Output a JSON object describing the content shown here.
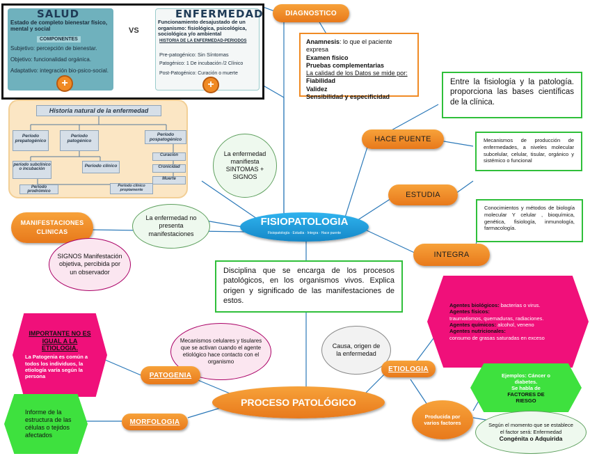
{
  "salud_panel": {
    "salud_title": "SALUD",
    "vs": "VS",
    "enfermedad_title": "ENFERMEDAD",
    "salud_def": "Estado de completo bienestar físico, mental y social",
    "componentes_label": "COMPONENTES",
    "subjetivo": "Subjetivo: percepción de bienestar.",
    "objetivo": "Objetivo: funcionalidad orgánica.",
    "adaptativo": "Adaptativo: integración bio-psico-social.",
    "enfermedad_def": "Funcionamiento desajustado de un organismo: fisiológica, psicológica, sociológica y/o ambiental",
    "historia_label": "HISTORIA DE LA ENFERMEDAD-PERIODOS",
    "prepatogenico": "Pre-patogénico: Sin Síntomas",
    "patogenico": "Patogénico: 1 De incubación /2 Clínico",
    "postpatogenico": "Post-Patogénico: Curación o muerte",
    "plus": "+"
  },
  "historia_chart": {
    "title": "Historia natural de la enfermedad",
    "periodo_prepatogenico": "Período prepatogénico",
    "periodo_patogenico": "Período patogénico",
    "periodo_pospatogenico": "Período pospatogénico",
    "subclinico": "período subclínico o incubación",
    "clinico": "Período clínico",
    "curacion": "Curación",
    "cronicidad": "Cronicidad",
    "muerte": "Muerte",
    "prodromico": "Período prodrómico",
    "clinico_propiamente": "Período clínico propiamente"
  },
  "diagnostico": {
    "label": "DIAGNOSTICO",
    "anamnesis_key": "Anamnesis",
    "anamnesis_val": ": lo que el paciente expresa",
    "examen": "Examen fisico",
    "pruebas": "Pruebas complementarias",
    "calidad": "La calidad de los Datos se mide por:",
    "fiabilidad": "Fiabilidad",
    "validez": "Validez",
    "sensibilidad": "Sensibilidad y especificidad"
  },
  "hace_puente": {
    "label": "HACE PUENTE",
    "text": "Entre la fisiología y la patología. proporciona las bases científicas de la clínica."
  },
  "estudia": {
    "label": "ESTUDIA",
    "text": "Mecanismos de producción de enfermedades, a niveles molecular subcelular, celular, tisular, orgánico y sistémico o funcional"
  },
  "integra": {
    "label": "INTEGRA",
    "text": "Conocimientos y métodos de biología molecular Y celular , bioquímica, genética, fisiología, inmunología, farmacología."
  },
  "center": {
    "label": "FISIOPATOLOGIA",
    "subtext": "Fisiopatología · Estudia · Integra · Hace puente",
    "definition": "Disciplina que se encarga de los procesos patológicos, en los organismos vivos. Explica origen y significado de las manifestaciones de estos."
  },
  "manifestaciones": {
    "label": "MANIFESTACIONES CLINICAS",
    "sintomas": "La enfermedad manifiesta SINTOMAS + SIGNOS",
    "no_presenta": "La enfermedad no presenta manifestaciones",
    "signos": "SIGNOS Manifestación objetiva, percibida por un observador"
  },
  "patogenia": {
    "label": "PATOGENIA",
    "mecanismos": "Mecanismos celulares y tisulares que se activan cuando el agente etiológico hace contacto con el organismo",
    "importante_title": "IMPORTANTE NO ES IGUAL A LA ETIOLOGIA.",
    "importante_text": "La Patogenia es común a todos los individuos, la etiología varía según la persona"
  },
  "proceso": {
    "label": "PROCESO PATOLÓGICO"
  },
  "morfologia": {
    "label": "MORFOLOGIA",
    "text": "Informe de la estructura de las células o tejidos afectados"
  },
  "etiologia": {
    "label": "ETIOLOGIA",
    "causa": "Causa, origen de la enfermedad",
    "bio_key": "Agentes biológicos:",
    "bio_val": " bacterias o virus.",
    "fis_key": "Agentes físicos:",
    "fis_val": "traumatismos, quemaduras, radiaciones.",
    "quim_key": "Agentes químicos:",
    "quim_val": " alcohol, veneno",
    "nut_key": "Agentes nutricionales:",
    "nut_val": "consumo de grasas saturadas en exceso"
  },
  "factores": {
    "label": "Producida por varios factores",
    "ejemplos": "Ejemplos: Cáncer o diabetes.",
    "se_habla": "Se habla de",
    "riesgo": "FACTORES DE RIESGO",
    "segun": "Según el momento que se establece el factor será: Enfermedad",
    "congenita": "Congénita o Adquirida"
  },
  "colors": {
    "orange": "#f08a24",
    "pink": "#f0107a",
    "green": "#2fbf3a",
    "teal": "#5aa7b5",
    "blue": "#1a9ad6"
  }
}
